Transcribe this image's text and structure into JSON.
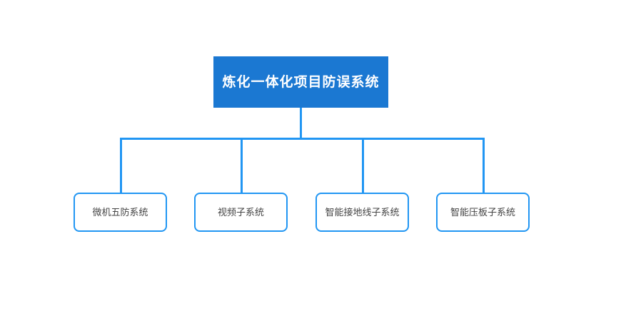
{
  "diagram": {
    "type": "org-chart",
    "background_color": "#ffffff",
    "root": {
      "label": "炼化一体化项目防误系统",
      "fill_color": "#1b78d2",
      "text_color": "#ffffff"
    },
    "connector_color": "#2196f3",
    "children": [
      {
        "label": "微机五防系统",
        "border_color": "#2196f3",
        "fill_color": "#ffffff",
        "text_color": "#444444"
      },
      {
        "label": "视频子系统",
        "border_color": "#2196f3",
        "fill_color": "#ffffff",
        "text_color": "#444444"
      },
      {
        "label": "智能接地线子系统",
        "border_color": "#2196f3",
        "fill_color": "#ffffff",
        "text_color": "#444444"
      },
      {
        "label": "智能压板子系统",
        "border_color": "#2196f3",
        "fill_color": "#ffffff",
        "text_color": "#444444"
      }
    ]
  }
}
